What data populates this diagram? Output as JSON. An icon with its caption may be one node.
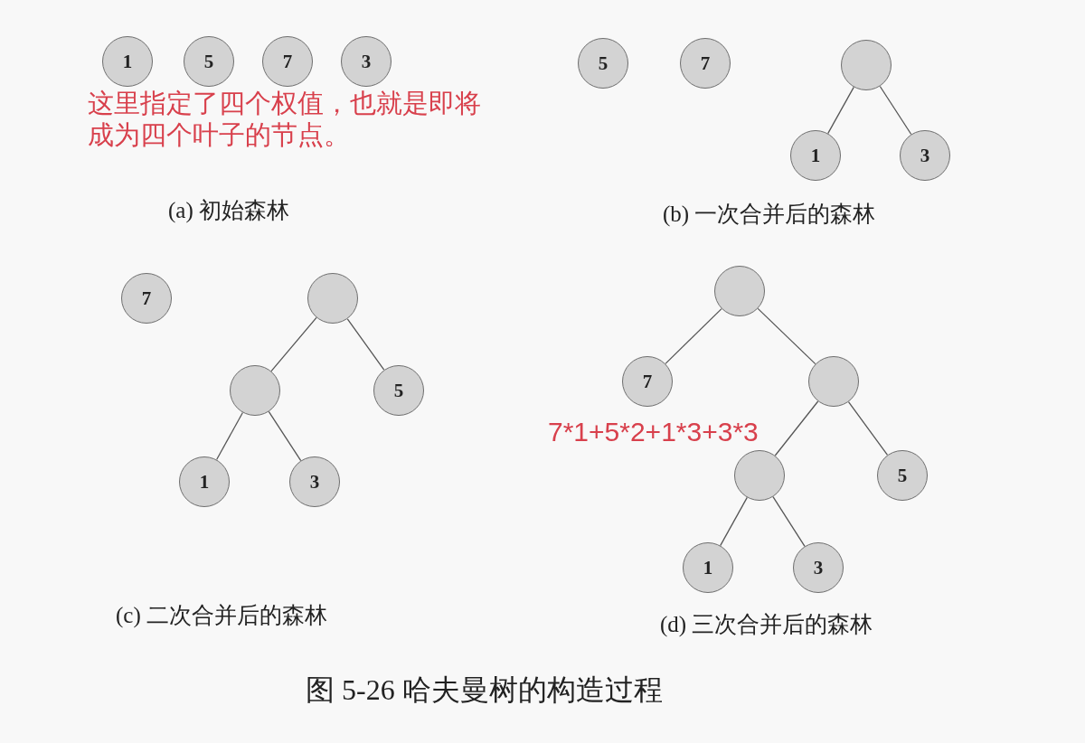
{
  "diagram": {
    "caption": "图 5-26 哈夫曼树的构造过程",
    "nodes": [
      {
        "text": [
          "1"
        ]
      },
      {
        "text": [
          "5"
        ]
      },
      {
        "text": [
          "7"
        ]
      },
      {
        "text": [
          "3"
        ]
      },
      {
        "text": [
          "5"
        ]
      },
      {
        "text": [
          "7"
        ]
      },
      {
        "text": [],
        "shape": "circle"
      },
      {
        "text": [
          "1"
        ]
      },
      {
        "text": [
          "3"
        ]
      },
      {
        "text": [
          "7"
        ]
      },
      {
        "text": [],
        "shape": "circle"
      },
      {
        "text": [],
        "shape": "circle"
      },
      {
        "text": [
          "5"
        ]
      },
      {
        "text": [
          "1"
        ]
      },
      {
        "text": [
          "3"
        ]
      },
      {
        "text": [],
        "shape": "circle"
      },
      {
        "text": [
          "7"
        ]
      },
      {
        "text": [],
        "shape": "circle"
      },
      {
        "text": [],
        "shape": "circle"
      },
      {
        "text": [
          "5"
        ]
      },
      {
        "text": [
          "1"
        ]
      },
      {
        "text": [
          "3"
        ]
      }
    ],
    "edges": [
      {
        "from": 6,
        "to": 7,
        "arrow": "none"
      },
      {
        "from": 6,
        "to": 8,
        "arrow": "none"
      },
      {
        "from": 10,
        "to": 11,
        "arrow": "none"
      },
      {
        "from": 10,
        "to": 12,
        "arrow": "none"
      },
      {
        "from": 11,
        "to": 13,
        "arrow": "none"
      },
      {
        "from": 11,
        "to": 14,
        "arrow": "none"
      },
      {
        "from": 15,
        "to": 16,
        "arrow": "none"
      },
      {
        "from": 15,
        "to": 17,
        "arrow": "none"
      },
      {
        "from": 17,
        "to": 18,
        "arrow": "none"
      },
      {
        "from": 17,
        "to": 19,
        "arrow": "none"
      },
      {
        "from": 18,
        "to": 20,
        "arrow": "none"
      },
      {
        "from": 18,
        "to": 21,
        "arrow": "none"
      }
    ],
    "labels": [
      "这里指定了四个权值，也就是即将成为四个叶子的节点。",
      "(a) 初始森林",
      "(b) 一次合并后的森林",
      "7*1+5*2+1*3+3*3",
      "(c) 二次合并后的森林",
      "(d) 三次合并后的森林"
    ]
  }
}
